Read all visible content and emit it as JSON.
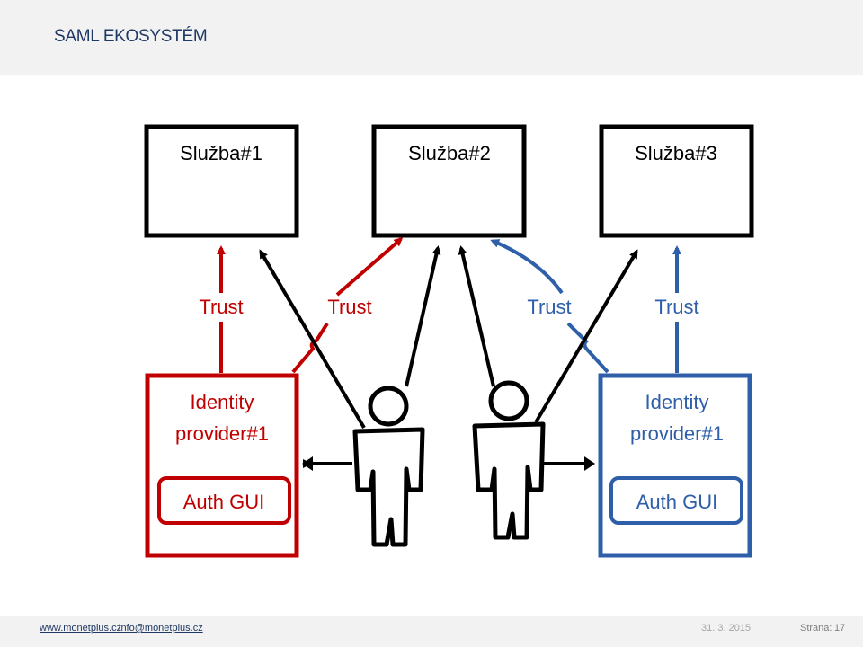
{
  "slide": {
    "title": "SAML EKOSYSTÉM"
  },
  "diagram": {
    "services": [
      "Služba#1",
      "Služba#2",
      "Služba#3"
    ],
    "trust_labels": [
      "Trust",
      "Trust",
      "Trust",
      "Trust"
    ],
    "idp_left": {
      "line1": "Identity",
      "line2": "provider#1",
      "auth": "Auth GUI"
    },
    "idp_right": {
      "line1": "Identity",
      "line2": "provider#1",
      "auth": "Auth GUI"
    },
    "colors": {
      "red": "#c00000",
      "blue": "#2e5fa8",
      "black": "#000000"
    }
  },
  "footer": {
    "website": "www.monetplus.cz",
    "email": "info@monetplus.cz",
    "date": "31. 3. 2015",
    "page_label": "Strana:",
    "page_number": "17"
  }
}
